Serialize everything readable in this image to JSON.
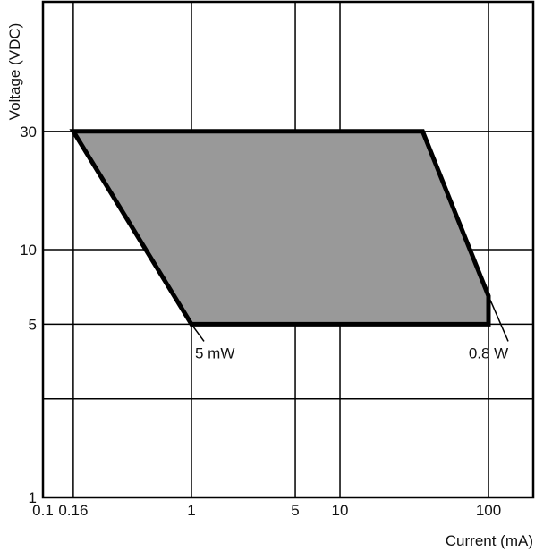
{
  "chart_data": {
    "type": "area",
    "title": "",
    "xlabel": "Current (mA)",
    "ylabel": "Voltage (VDC)",
    "x_scale": "log",
    "y_scale": "log",
    "xlim": [
      0.1,
      200
    ],
    "ylim": [
      1,
      100
    ],
    "grid": true,
    "x_gridlines": [
      0.16,
      1,
      5,
      10,
      100
    ],
    "y_gridlines": [
      2.5,
      5,
      10,
      30
    ],
    "x_ticks": [
      {
        "value": 0.1,
        "label": "0.1"
      },
      {
        "value": 0.16,
        "label": "0.16"
      },
      {
        "value": 1,
        "label": "1"
      },
      {
        "value": 5,
        "label": "5"
      },
      {
        "value": 10,
        "label": "10"
      },
      {
        "value": 100,
        "label": "100"
      }
    ],
    "y_ticks": [
      {
        "value": 1,
        "label": "1"
      },
      {
        "value": 5,
        "label": "5"
      },
      {
        "value": 10,
        "label": "10"
      },
      {
        "value": 30,
        "label": "30"
      }
    ],
    "region": {
      "fill": "#999999",
      "stroke": "#000000",
      "points": [
        {
          "x": 0.16,
          "y": 30
        },
        {
          "x": 36,
          "y": 30
        },
        {
          "x": 100,
          "y": 6.5
        },
        {
          "x": 100,
          "y": 5
        },
        {
          "x": 1,
          "y": 5
        }
      ]
    },
    "annotations": [
      {
        "text": "5 mW",
        "anchor": {
          "x": 1,
          "y": 5
        },
        "label_at": {
          "x": 1,
          "y": 3.8
        },
        "align": "start"
      },
      {
        "text": "0.8 W",
        "anchor": {
          "x": 100,
          "y": 6.5
        },
        "label_at": {
          "x": 100,
          "y": 3.8
        },
        "align": "middle"
      }
    ]
  }
}
